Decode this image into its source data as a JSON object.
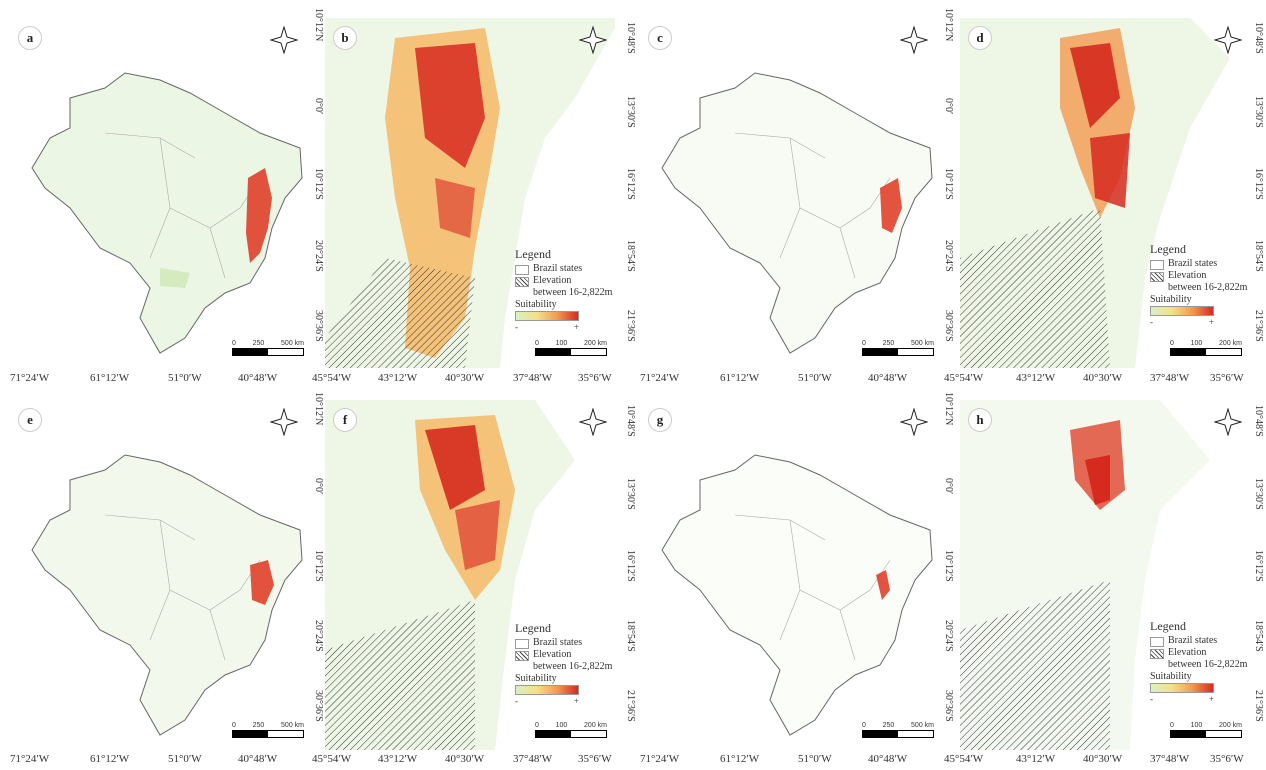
{
  "panels": [
    {
      "letter": "a"
    },
    {
      "letter": "b"
    },
    {
      "letter": "c"
    },
    {
      "letter": "d"
    },
    {
      "letter": "e"
    },
    {
      "letter": "f"
    },
    {
      "letter": "g"
    },
    {
      "letter": "h"
    }
  ],
  "brazil_scale": {
    "ticks": [
      "0",
      "250",
      "500 km"
    ]
  },
  "zoom_scale": {
    "ticks": [
      "0",
      "100",
      "200 km"
    ]
  },
  "legend": {
    "title": "Legend",
    "states": "Brazil states",
    "elevation_line1": "Elevation",
    "elevation_line2": "between 16-2,822m",
    "suitability": "Suitability",
    "minus": "-",
    "plus": "+"
  },
  "brazil_xlabels": [
    "71°24′W",
    "61°12′W",
    "51°0′W",
    "40°48′W"
  ],
  "brazil_ylabels": [
    "10°12′N",
    "0°0′",
    "10°12′S",
    "20°24′S",
    "30°36′S"
  ],
  "zoom_xlabels": [
    "45°54′W",
    "43°12′W",
    "40°30′W",
    "37°48′W",
    "35°6′W"
  ],
  "zoom_ylabels": [
    "10°48′S",
    "13°30′S",
    "16°12′S",
    "18°54′S",
    "21°36′S"
  ],
  "colors": {
    "low": "#d9f0c0",
    "mid": "#f39a50",
    "high": "#d62a1e",
    "hatch": "#333333",
    "land": "#e9f5df"
  }
}
